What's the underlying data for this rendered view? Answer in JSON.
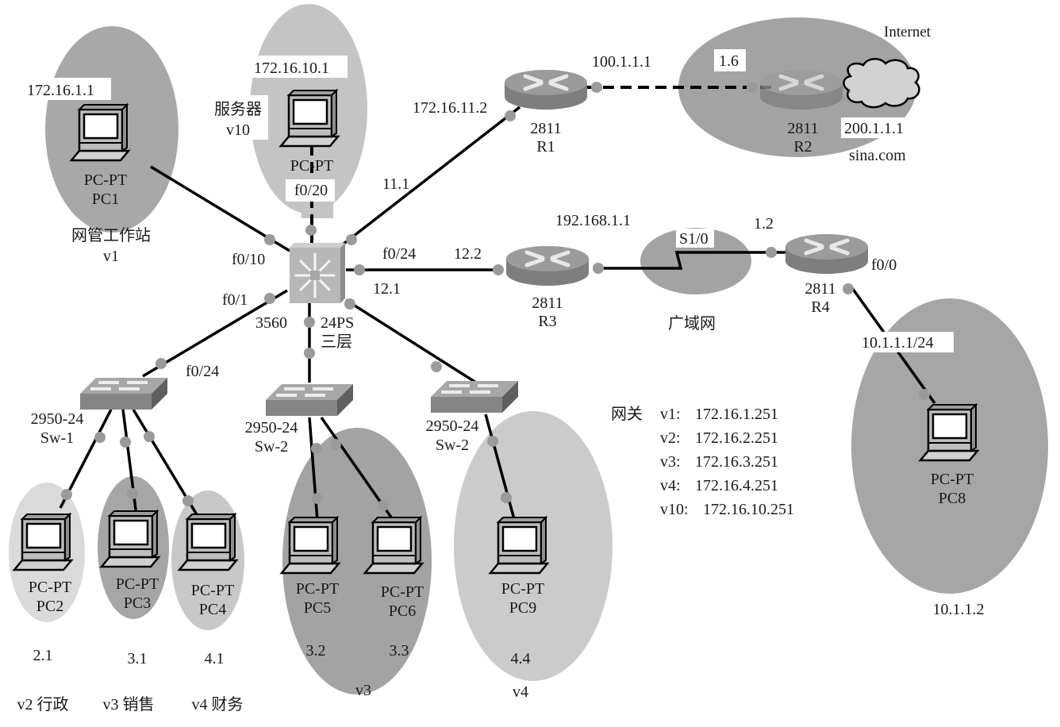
{
  "colors": {
    "zone_dark": "#a6a6a6",
    "zone_mid": "#b3b3b3",
    "zone_light": "#c8c8c8",
    "zone_lightest": "#d4d4d4",
    "link": "#000000",
    "port": "#9a9a9a"
  },
  "devices": {
    "pc1": {
      "model": "PC-PT",
      "name": "PC1",
      "ip": "172.16.1.1",
      "role": "网管工作站",
      "vlan": "v1"
    },
    "server": {
      "model": "PC-PT",
      "role": "服务器",
      "vlan": "v10",
      "ip": "172.16.10.1",
      "port": "f0/20"
    },
    "core_switch": {
      "model_line1": "3560",
      "model_line2": "24PS",
      "layer": "三层",
      "port_pc1": "f0/10",
      "port_sw1": "f0/1",
      "port_r3": "f0/24",
      "ip_r3": "12.1",
      "ip_r1": "11.1"
    },
    "r1": {
      "model": "2811",
      "name": "R1",
      "ip_lan": "172.16.11.2",
      "ip_wan": "100.1.1.1"
    },
    "r2": {
      "model": "2811",
      "name": "R2",
      "ip_left": "1.6"
    },
    "internet": {
      "label": "Internet",
      "ip": "200.1.1.1",
      "host": "sina.com"
    },
    "r3": {
      "model": "2811",
      "name": "R3",
      "ip_left": "12.2",
      "ip_wan": "192.168.1.1"
    },
    "wan": {
      "label": "广域网",
      "serial_port": "S1/0"
    },
    "r4": {
      "model": "2811",
      "name": "R4",
      "ip_left": "1.2",
      "port_lan": "f0/0",
      "ip_lan": "10.1.1.1/24"
    },
    "pc8": {
      "model": "PC-PT",
      "name": "PC8",
      "ip": "10.1.1.2"
    },
    "sw1": {
      "model": "2950-24",
      "name": "Sw-1",
      "uplink_port": "f0/24"
    },
    "sw2a": {
      "model": "2950-24",
      "name": "Sw-2"
    },
    "sw2b": {
      "model": "2950-24",
      "name": "Sw-2"
    },
    "pc2": {
      "model": "PC-PT",
      "name": "PC2",
      "ip": "2.1",
      "group": "v2 行政"
    },
    "pc3": {
      "model": "PC-PT",
      "name": "PC3",
      "ip": "3.1",
      "group": "v3 销售"
    },
    "pc4": {
      "model": "PC-PT",
      "name": "PC4",
      "ip": "4.1",
      "group": "v4 财务"
    },
    "pc5": {
      "model": "PC-PT",
      "name": "PC5",
      "ip": "3.2"
    },
    "pc6": {
      "model": "PC-PT",
      "name": "PC6",
      "ip": "3.3"
    },
    "pc9": {
      "model": "PC-PT",
      "name": "PC9",
      "ip": "4.4"
    },
    "group_v3": "v3",
    "group_v4": "v4"
  },
  "gateways": {
    "title": "网关",
    "entries": [
      {
        "vlan": "v1:",
        "ip": "172.16.1.251"
      },
      {
        "vlan": "v2:",
        "ip": "172.16.2.251"
      },
      {
        "vlan": "v3:",
        "ip": "172.16.3.251"
      },
      {
        "vlan": "v4:",
        "ip": "172.16.4.251"
      },
      {
        "vlan": "v10:",
        "ip": "172.16.10.251"
      }
    ]
  }
}
